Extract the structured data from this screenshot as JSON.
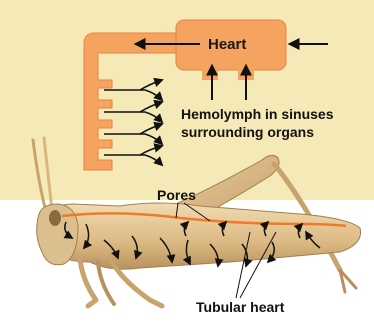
{
  "labels": {
    "heart": "Heart",
    "hemolymph_line1": "Hemolymph in sinuses",
    "hemolymph_line2": "surrounding organs",
    "pores": "Pores",
    "tubular_heart": "Tubular heart"
  },
  "colors": {
    "upper_panel_background": "#f5e9b8",
    "heart_vessel": "#f4a460",
    "vessel_outline": "#e8843a",
    "insect_body": "#e6c99a",
    "insect_shadow": "#b8925e",
    "arrow": "#111111"
  }
}
